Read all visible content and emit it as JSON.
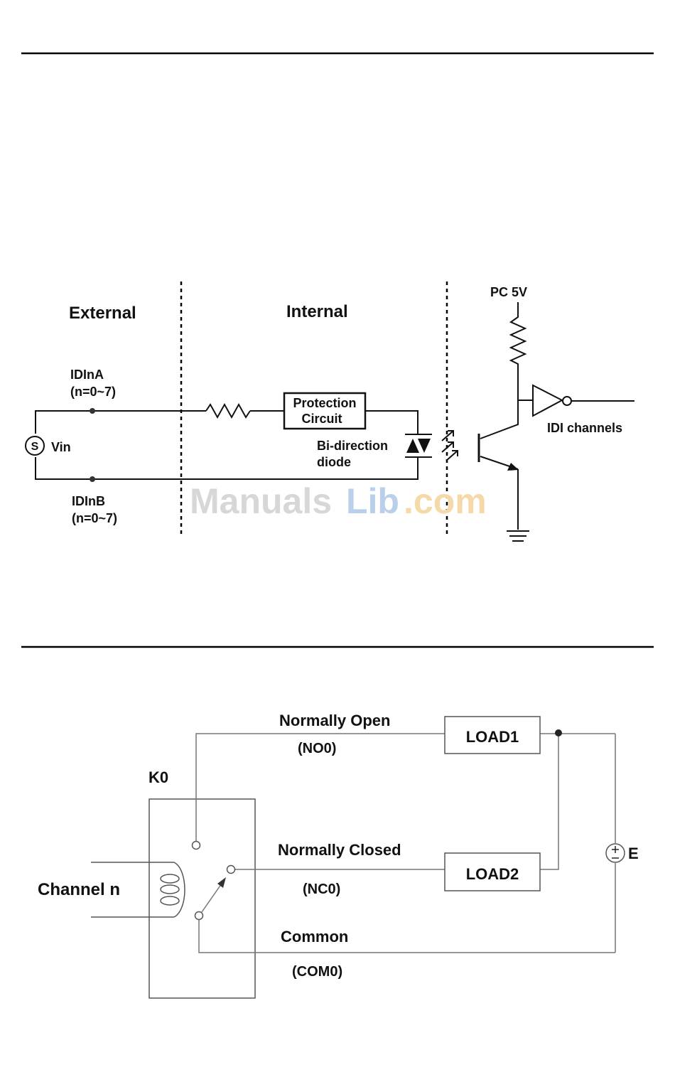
{
  "top_diagram": {
    "section_external": "External",
    "section_internal": "Internal",
    "supply_label": "PC 5V",
    "input_a_label": "IDInA",
    "input_a_range": "(n=0~7)",
    "input_b_label": "IDInB",
    "input_b_range": "(n=0~7)",
    "source_symbol": "S",
    "source_label": "Vin",
    "protection_line1": "Protection",
    "protection_line2": "Circuit",
    "diode_line1": "Bi-direction",
    "diode_line2": "diode",
    "output_label": "IDI channels"
  },
  "watermark": {
    "part1": "Manuals",
    "part2": "Lib",
    "part3": ".com"
  },
  "bottom_diagram": {
    "relay_label": "K0",
    "channel_label": "Channel n",
    "no_label": "Normally Open",
    "no_code": "(NO0)",
    "nc_label": "Normally Closed",
    "nc_code": "(NC0)",
    "com_label": "Common",
    "com_code": "(COM0)",
    "load1": "LOAD1",
    "load2": "LOAD2",
    "supply_symbol": "E"
  }
}
